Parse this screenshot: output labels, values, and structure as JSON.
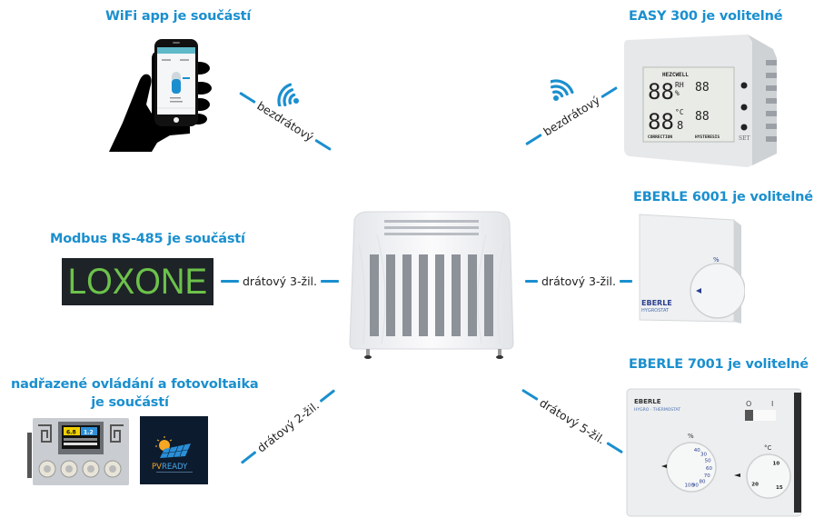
{
  "diagram": {
    "center": {
      "name": "dehumidifier-unit"
    },
    "nodes": [
      {
        "id": "wifi-app",
        "title": "WiFi app je součástí",
        "connection": "bezdrátový",
        "connection_icon": "wifi-icon"
      },
      {
        "id": "easy-300",
        "title": "EASY 300 je volitelné",
        "connection": "bezdrátový",
        "connection_icon": "wifi-icon",
        "device_text": {
          "brand": "HEZCWELL",
          "unit_rh": "RH",
          "unit_pct": "%",
          "unit_c": "°C",
          "digits": "88",
          "digit_small": "8",
          "button_set": "SET",
          "correction": "CORRECTION",
          "hysteresis": "HYSTERESIS"
        }
      },
      {
        "id": "loxone",
        "title": "Modbus RS-485 je součástí",
        "connection": "drátový 3-žil.",
        "logo_text": "LOXONE"
      },
      {
        "id": "eberle-6001",
        "title": "EBERLE 6001 je volitelné",
        "connection": "drátový 3-žil.",
        "device_text": {
          "brand": "EBERLE",
          "sub": "HYGROSTAT",
          "dial_unit": "%"
        }
      },
      {
        "id": "master-pv",
        "title_line1": "nadřazené ovládání a fotovoltaika",
        "title_line2": "je součástí",
        "connection": "drátový 2-žil.",
        "logo_text_pv": "PV",
        "logo_text_ready": "READY",
        "device_text": {
          "display_a": "6.8",
          "display_b": "1.2"
        }
      },
      {
        "id": "eberle-7001",
        "title": "EBERLE 7001 je volitelné",
        "connection": "drátový 5-žil.",
        "device_text": {
          "brand": "EBERLE",
          "sub": "HYGRO - THERMOSTAT",
          "switch_off": "O",
          "switch_on": "I",
          "dial1_unit": "%",
          "dial1_values": [
            "40",
            "30",
            "50",
            "60",
            "70",
            "80",
            "90",
            "100"
          ],
          "dial2_unit": "°C",
          "dial2_values": [
            "10",
            "15",
            "20"
          ]
        }
      }
    ]
  },
  "colors": {
    "accent": "#1a8fcf",
    "text": "#222222",
    "loxone_green": "#6cc24a",
    "loxone_bg": "#1e2328",
    "pv_bg": "#0d1b2e"
  }
}
